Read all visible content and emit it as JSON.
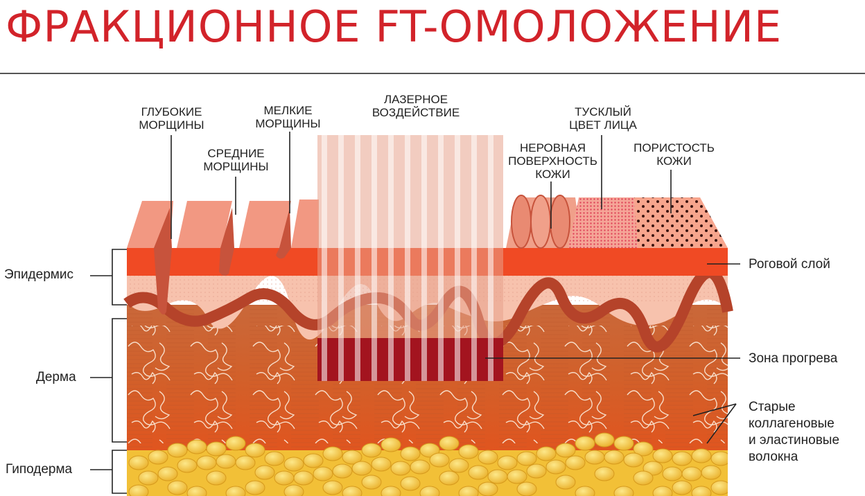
{
  "title": "ФРАКЦИОННОЕ FT-ОМОЛОЖЕНИЕ",
  "top_labels": {
    "deep_wrinkles": "ГЛУБОКИЕ\nМОРЩИНЫ",
    "medium_wrinkles": "СРЕДНИЕ\nМОРЩИНЫ",
    "fine_wrinkles": "МЕЛКИЕ\nМОРЩИНЫ",
    "laser_impact": "ЛАЗЕРНОЕ\nВОЗДЕЙСТВИЕ",
    "uneven_surface": "НЕРОВНАЯ\nПОВЕРХНОСТЬ\nКОЖИ",
    "dull_complexion": "ТУСКЛЫЙ\nЦВЕТ ЛИЦА",
    "porous_skin": "ПОРИСТОСТЬ\nКОЖИ"
  },
  "left_labels": {
    "epidermis": "Эпидермис",
    "dermis": "Дерма",
    "hypodermis": "Гиподерма"
  },
  "right_labels": {
    "stratum_corneum": "Роговой слой",
    "heating_zone": "Зона прогрева",
    "old_fibers": "Старые\nколлагеновые\nи эластиновые\nволокна"
  },
  "colors": {
    "title": "#d2232a",
    "stratum": "#f04a24",
    "top_surface": "#f29882",
    "epidermis_pink": "#f7c2ad",
    "dermis": "#d7642d",
    "wave": "#b5432a",
    "heat": "#a3141f",
    "fat": "#f6cf3d"
  }
}
